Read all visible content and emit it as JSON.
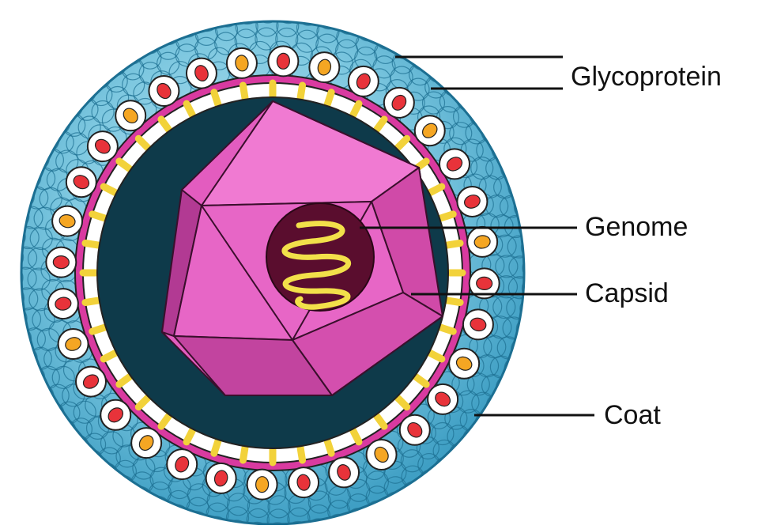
{
  "diagram": {
    "labels": {
      "glycoprotein": "Glycoprotein",
      "genome": "Genome",
      "capsid": "Capsid",
      "coat": "Coat"
    },
    "colors": {
      "coat_fill": "#7ec8e0",
      "coat_edge": "#1c6f92",
      "membrane": "#d93aa0",
      "lipid_white": "#ffffff",
      "lipid_yellow": "#f2d23a",
      "interior": "#0e3a4a",
      "capsid_main": "#e35cbf",
      "capsid_light": "#f07ad2",
      "capsid_dark": "#b23a93",
      "genome_fill": "#5a0d2e",
      "genome_strand": "#f2e04a",
      "glyco_red": "#e8333a",
      "glyco_orange": "#f5a623"
    },
    "glycoprotein_count": 32
  }
}
